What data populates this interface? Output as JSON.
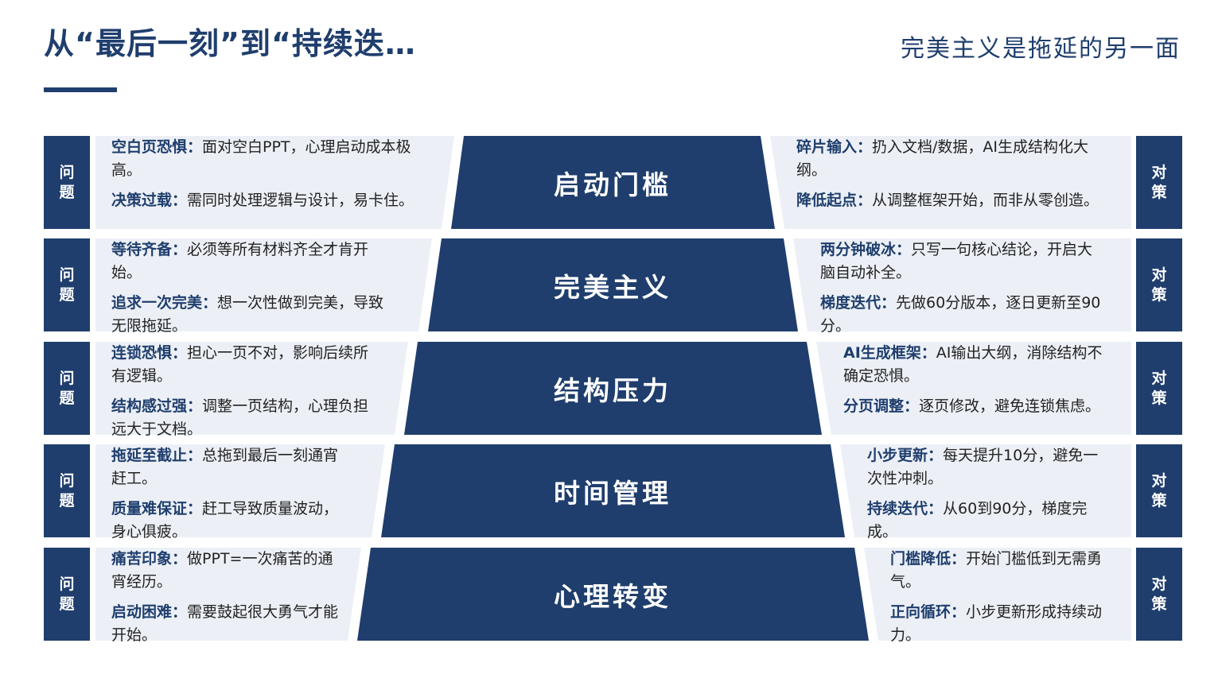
{
  "header": {
    "title": "从“最后一刻”到“持续迭…",
    "subtitle": "完美主义是拖延的另一面"
  },
  "labels": {
    "problem_1": "问",
    "problem_2": "题",
    "solution_1": "对",
    "solution_2": "策"
  },
  "colors": {
    "primary": "#1f3e6d",
    "panel": "#ecf0f6",
    "text": "#222222"
  },
  "rows": [
    {
      "stage": "启动门槛",
      "problems": [
        {
          "title": "空白页恐惧：",
          "text": "面对空白PPT，心理启动成本极高。"
        },
        {
          "title": "决策过载：",
          "text": "需同时处理逻辑与设计，易卡住。"
        }
      ],
      "solutions": [
        {
          "title": "碎片输入：",
          "text": "扔入文档/数据，AI生成结构化大纲。"
        },
        {
          "title": "降低起点：",
          "text": "从调整框架开始，而非从零创造。"
        }
      ]
    },
    {
      "stage": "完美主义",
      "problems": [
        {
          "title": "等待齐备：",
          "text": "必须等所有材料齐全才肯开始。"
        },
        {
          "title": "追求一次完美：",
          "text": "想一次性做到完美，导致无限拖延。"
        }
      ],
      "solutions": [
        {
          "title": "两分钟破冰：",
          "text": "只写一句核心结论，开启大脑自动补全。"
        },
        {
          "title": "梯度迭代：",
          "text": "先做60分版本，逐日更新至90分。"
        }
      ]
    },
    {
      "stage": "结构压力",
      "problems": [
        {
          "title": "连锁恐惧：",
          "text": "担心一页不对，影响后续所有逻辑。"
        },
        {
          "title": "结构感过强：",
          "text": "调整一页结构，心理负担远大于文档。"
        }
      ],
      "solutions": [
        {
          "title": "AI生成框架：",
          "text": "AI输出大纲，消除结构不确定恐惧。"
        },
        {
          "title": "分页调整：",
          "text": "逐页修改，避免连锁焦虑。"
        }
      ]
    },
    {
      "stage": "时间管理",
      "problems": [
        {
          "title": "拖延至截止：",
          "text": "总拖到最后一刻通宵赶工。"
        },
        {
          "title": "质量难保证：",
          "text": "赶工导致质量波动，身心俱疲。"
        }
      ],
      "solutions": [
        {
          "title": "小步更新：",
          "text": "每天提升10分，避免一次性冲刺。"
        },
        {
          "title": "持续迭代：",
          "text": "从60到90分，梯度完成。"
        }
      ]
    },
    {
      "stage": "心理转变",
      "problems": [
        {
          "title": "痛苦印象：",
          "text": "做PPT=一次痛苦的通宵经历。"
        },
        {
          "title": "启动困难：",
          "text": "需要鼓起很大勇气才能开始。"
        }
      ],
      "solutions": [
        {
          "title": "门槛降低：",
          "text": "开始门槛低到无需勇气。"
        },
        {
          "title": "正向循环：",
          "text": "小步更新形成持续动力。"
        }
      ]
    }
  ]
}
